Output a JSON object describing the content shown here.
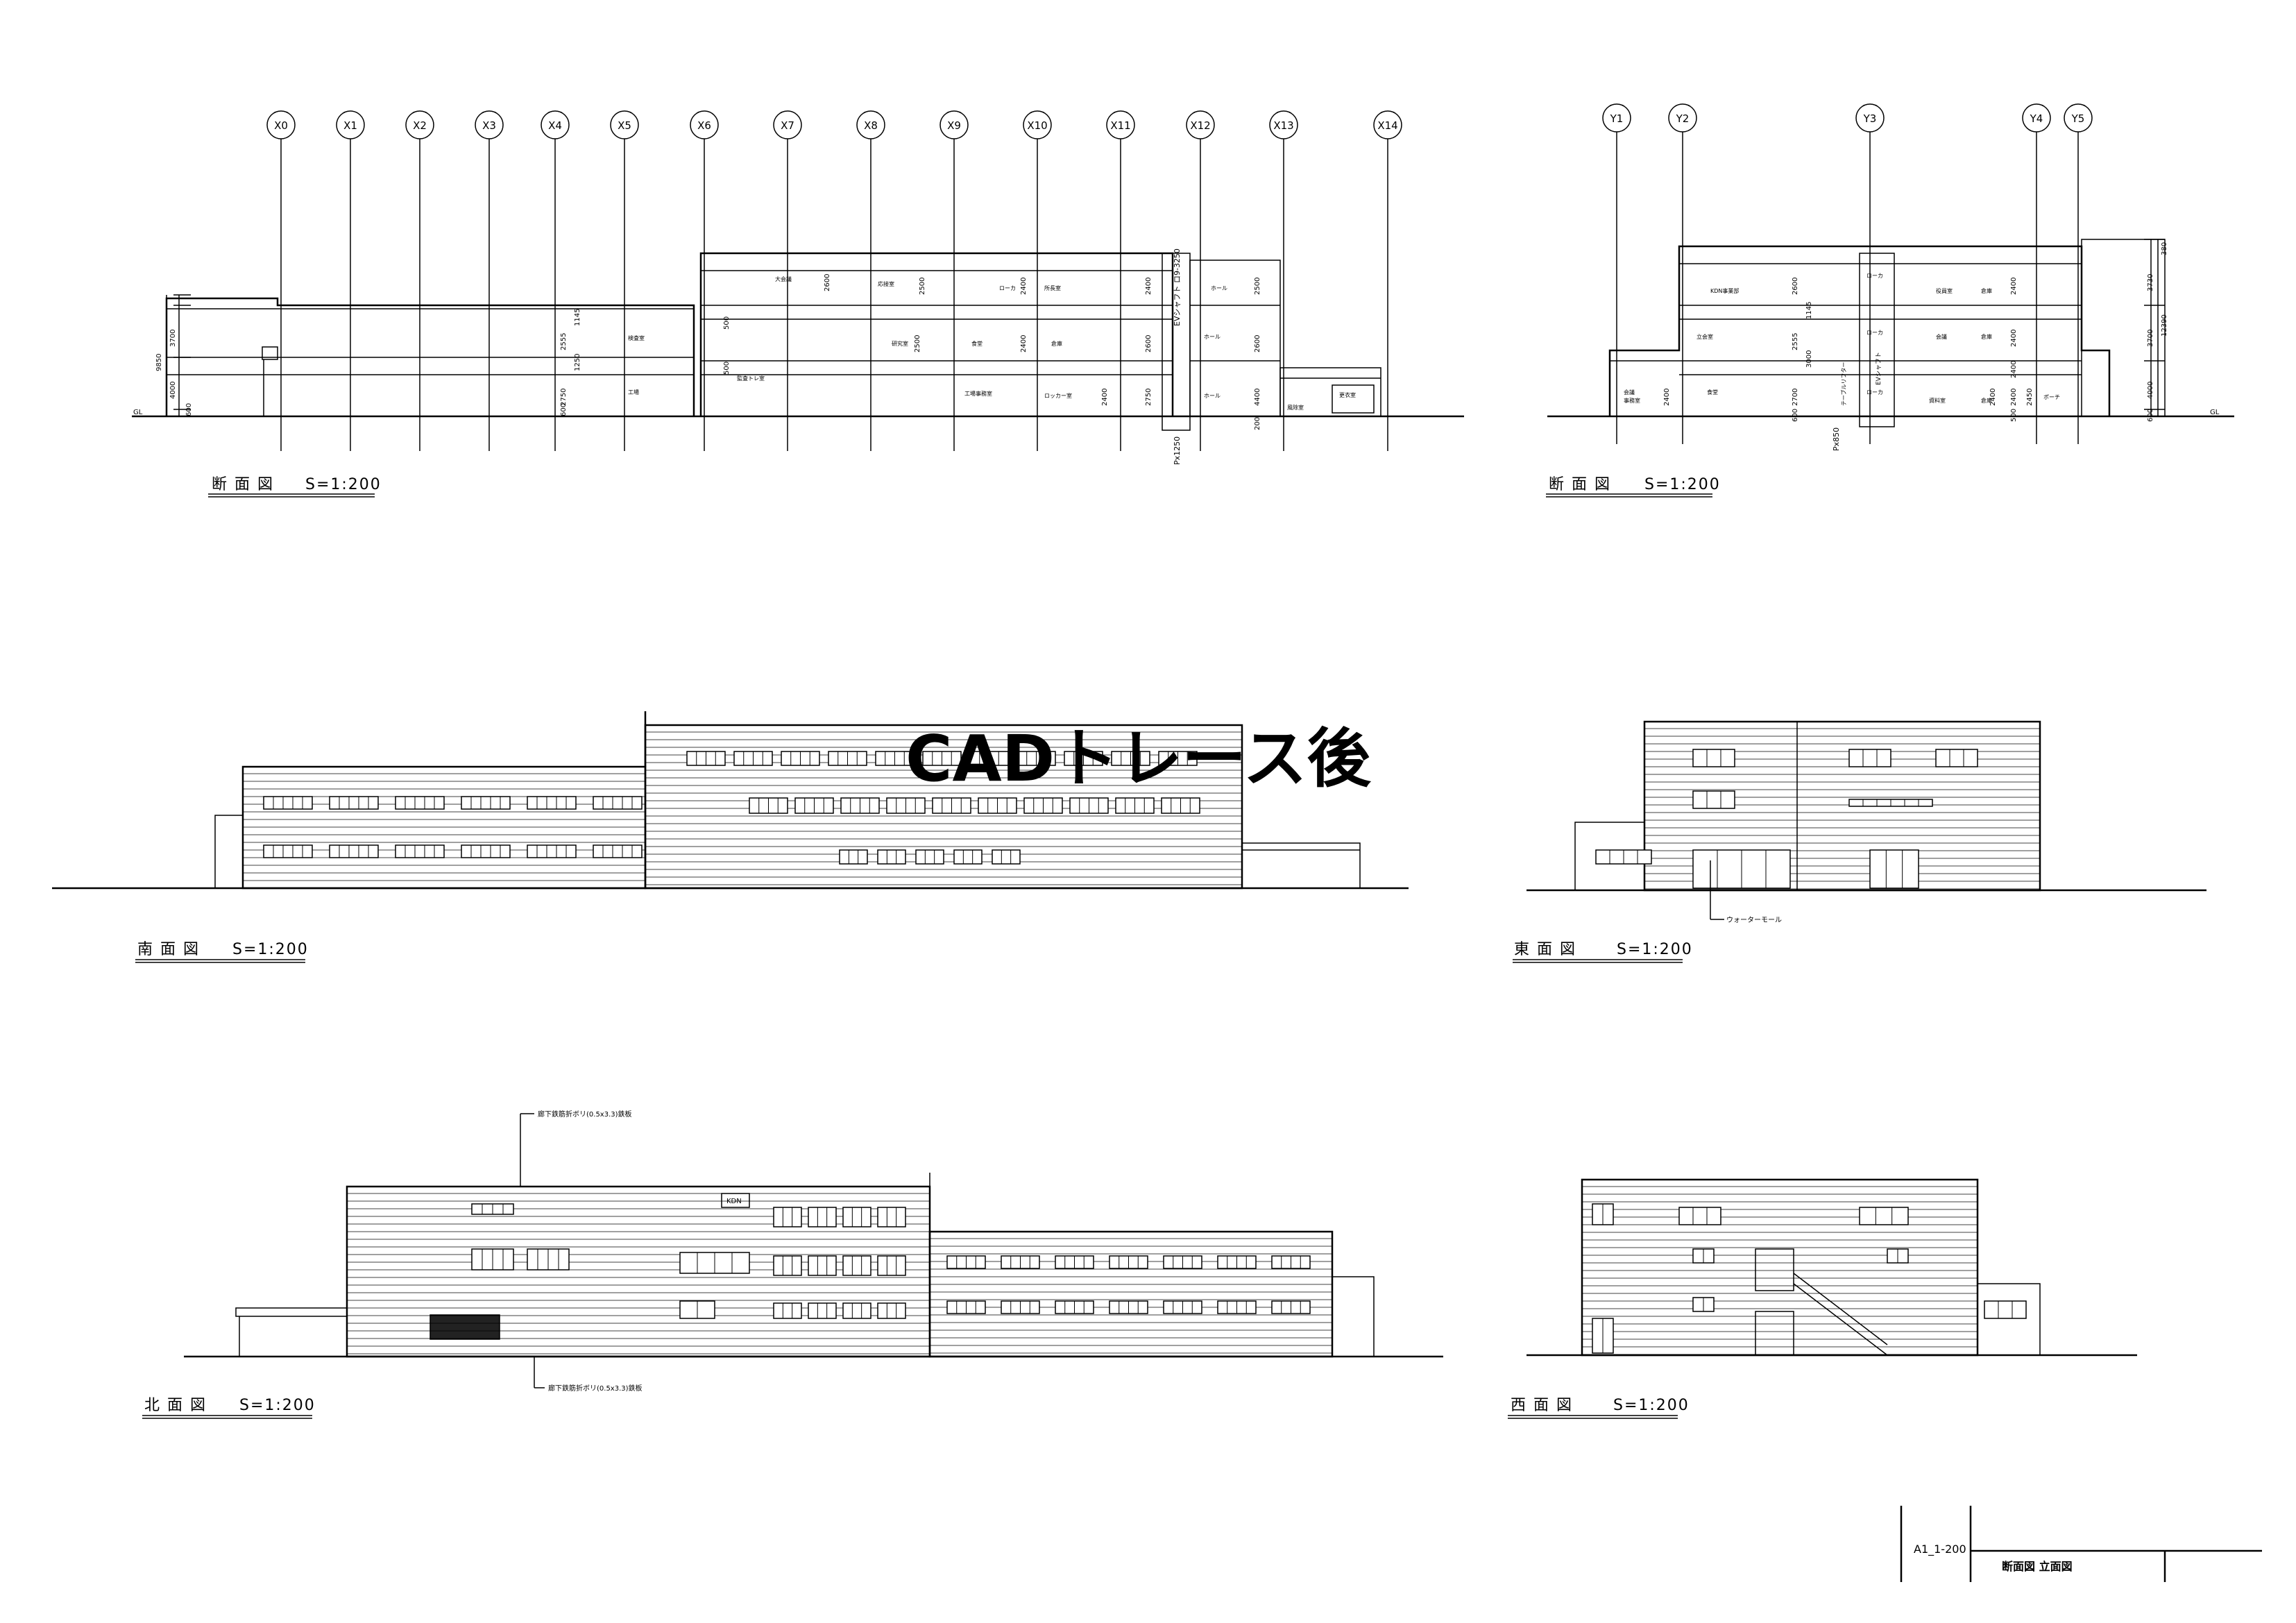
{
  "overlay_text": "CADトレース後",
  "sections": [
    {
      "id": "section-a",
      "title": "断 面 図",
      "scale": "S=1:200"
    },
    {
      "id": "section-b",
      "title": "断 面 図",
      "scale": "S=1:200"
    }
  ],
  "elevations": [
    {
      "id": "south",
      "title": "南 面 図",
      "scale": "S=1:200"
    },
    {
      "id": "east",
      "title": "東 面 図",
      "scale": "S=1:200"
    },
    {
      "id": "north",
      "title": "北 面 図",
      "scale": "S=1:200"
    },
    {
      "id": "west",
      "title": "西 面 図",
      "scale": "S=1:200"
    }
  ],
  "grid_x": [
    "X0",
    "X1",
    "X2",
    "X3",
    "X4",
    "X5",
    "X6",
    "X7",
    "X8",
    "X9",
    "X10",
    "X11",
    "X12",
    "X13",
    "X14"
  ],
  "grid_y": [
    "Y1",
    "Y2",
    "Y3",
    "Y4",
    "Y5"
  ],
  "section_a_rooms": [
    "大会議",
    "応接室",
    "ローカ",
    "所長室",
    "ホール",
    "検査室",
    "研究室",
    "食堂",
    "倉庫",
    "ホール",
    "工場",
    "監査トレ室",
    "工場事務室",
    "ロッカー室",
    "ホール",
    "風除室",
    "更衣室"
  ],
  "section_a_dims": [
    "2600",
    "2500",
    "2400",
    "2400",
    "2500",
    "2500",
    "2400",
    "2600",
    "2600",
    "2750",
    "2400",
    "2750",
    "4400",
    "3700",
    "4000",
    "9850",
    "1145",
    "1250",
    "2555",
    "500",
    "500",
    "600",
    "200",
    "600"
  ],
  "section_a_dim_vertical": [
    "EVシャフト ロ9-3250",
    "Px1250"
  ],
  "section_b_rooms": [
    "KDN事業部",
    "ローカ",
    "役員室",
    "倉庫",
    "立会室",
    "ローカ",
    "会議",
    "倉庫",
    "会議",
    "事務室",
    "食堂",
    "ローカ",
    "EVシャフト",
    "資料室",
    "倉庫",
    "ポーチ",
    "テーブルリフター"
  ],
  "section_b_dims": [
    "2600",
    "2400",
    "2555",
    "1145",
    "3000",
    "2400",
    "2400",
    "2700",
    "2400",
    "2400",
    "2400",
    "2450",
    "3730",
    "3700",
    "4000",
    "12390",
    "380",
    "600",
    "500",
    "600"
  ],
  "section_b_labels": [
    "Px850",
    "GL",
    "GL"
  ],
  "north_notes": [
    "廊下鉄筋折ボリ(0.5x3.3)鉄板",
    "廊下鉄筋折ボリ(0.5x3.3)鉄板"
  ],
  "north_sign": "KDN",
  "east_note": "ウォーターモール",
  "title_block": {
    "code": "A1_1-200",
    "name": "断面図 立面図"
  }
}
